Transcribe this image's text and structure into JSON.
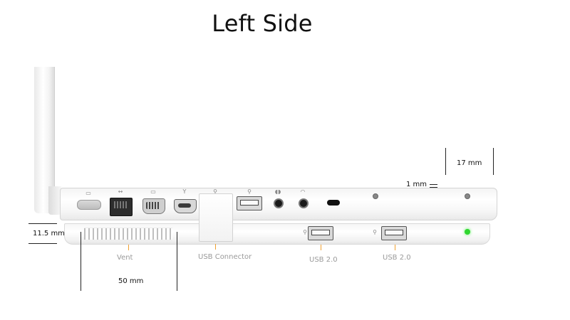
{
  "title": "Left Side",
  "labels": {
    "vent": "Vent",
    "usb_connector": "USB Connector",
    "usb_2_a": "USB 2.0",
    "usb_2_b": "USB 2.0"
  },
  "dimensions": {
    "height_top": "17 mm",
    "gap": "1 mm",
    "height_base": "11.5 mm",
    "width_vent": "50 mm"
  },
  "icons": [
    "magsafe-icon",
    "ethernet-icon",
    "display-icon",
    "firewire-icon",
    "usb-icon",
    "usb-icon",
    "audio-in-icon",
    "headphone-icon"
  ],
  "colors": {
    "callout_tick": "#f0a030",
    "led": "#2fd62f"
  }
}
